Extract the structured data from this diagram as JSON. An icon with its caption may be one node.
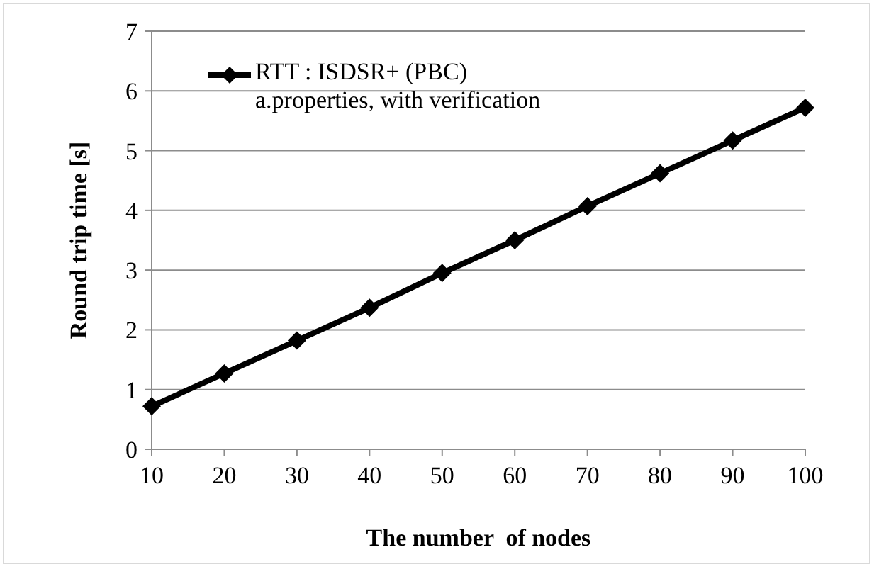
{
  "diagram": {
    "chart_data": {
      "type": "line",
      "xlabel": "The number  of nodes",
      "ylabel": "Round trip time [s]",
      "x": [
        10,
        20,
        30,
        40,
        50,
        60,
        70,
        80,
        90,
        100
      ],
      "series": [
        {
          "name": "RTT : ISDSR+ (PBC) a.properties, with verification",
          "color": "#000000",
          "marker": "diamond",
          "values": [
            0.72,
            1.27,
            1.82,
            2.37,
            2.95,
            3.5,
            4.07,
            4.62,
            5.17,
            5.72
          ]
        }
      ],
      "xlim": [
        10,
        100
      ],
      "ylim": [
        0,
        7
      ],
      "xticks": [
        10,
        20,
        30,
        40,
        50,
        60,
        70,
        80,
        90,
        100
      ],
      "yticks": [
        0,
        1,
        2,
        3,
        4,
        5,
        6,
        7
      ],
      "grid": true
    }
  }
}
